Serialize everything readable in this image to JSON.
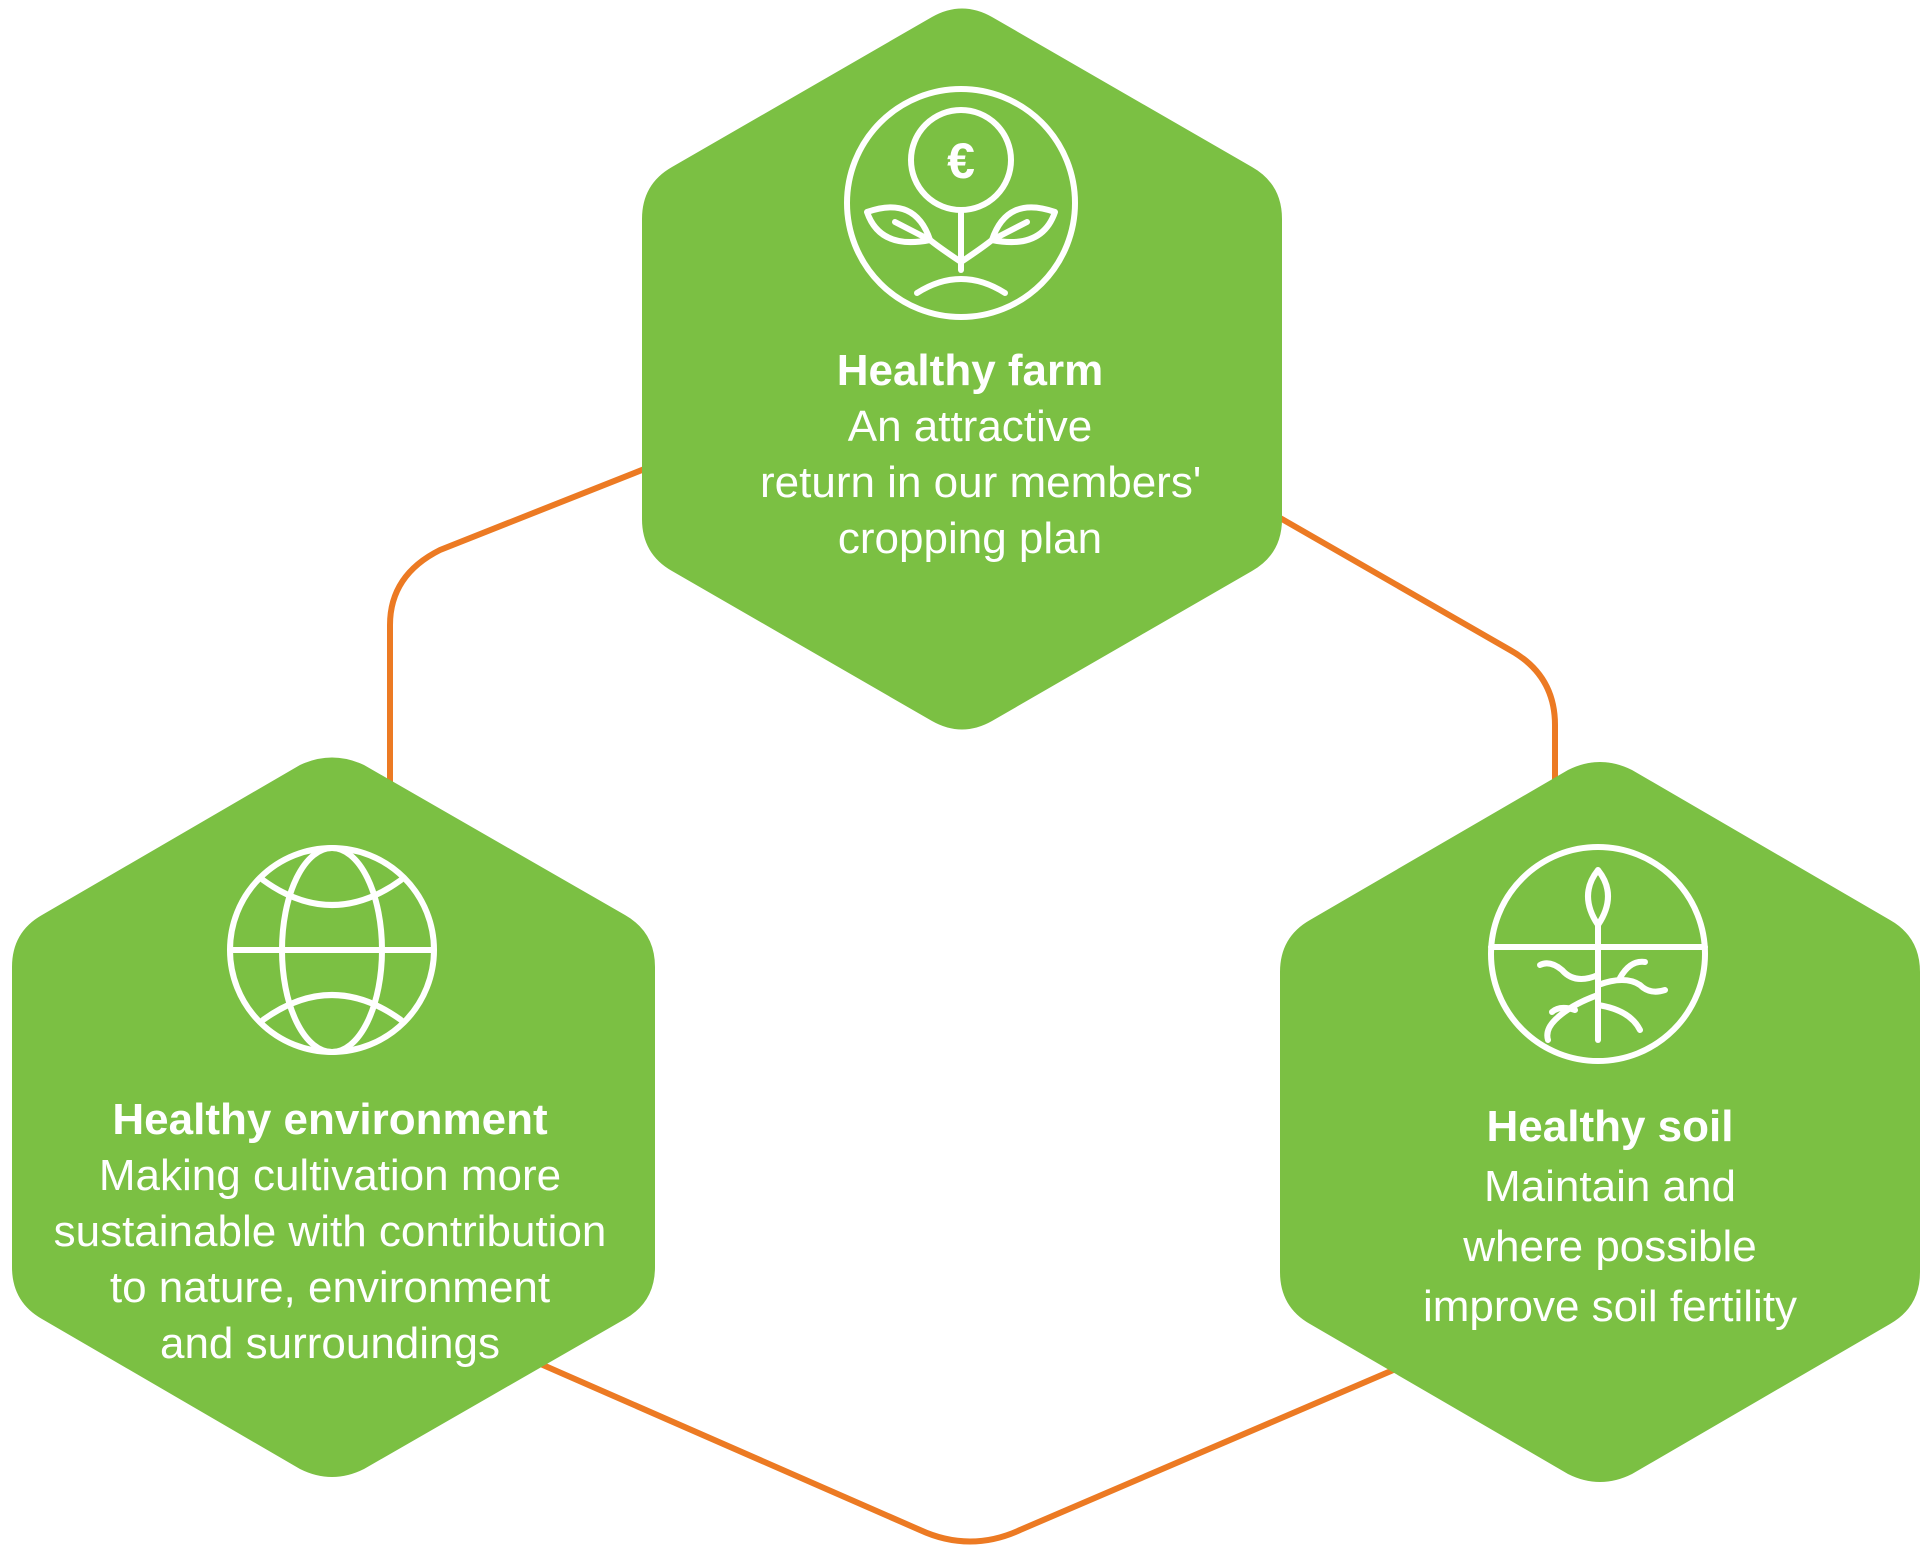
{
  "colors": {
    "hexagon_fill": "#7bc043",
    "connector": "#ec7a23",
    "icon_stroke": "#ffffff",
    "background": "#ffffff"
  },
  "nodes": [
    {
      "id": "farm",
      "title": "Healthy farm",
      "lines": [
        "An attractive",
        "return in our members'",
        "cropping plan"
      ],
      "icon": "euro-coin-plant-icon"
    },
    {
      "id": "environment",
      "title": "Healthy environment",
      "lines": [
        "Making cultivation more",
        "sustainable with  contribution",
        "to nature, environment",
        "and surroundings"
      ],
      "icon": "globe-icon"
    },
    {
      "id": "soil",
      "title": "Healthy soil",
      "lines": [
        "Maintain and",
        "where possible",
        "improve soil fertility"
      ],
      "icon": "seedling-roots-icon"
    }
  ]
}
